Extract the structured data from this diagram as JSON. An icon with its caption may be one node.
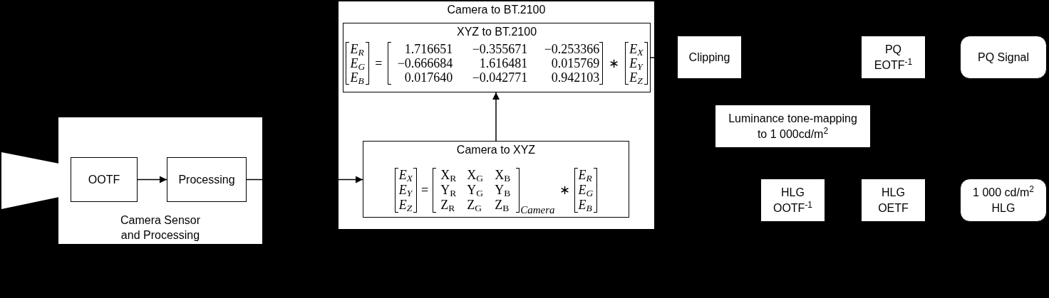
{
  "diagram": {
    "nodes": [
      {
        "text": [],
        "shape": "trapezoid"
      },
      {
        "text": [
          "Camera Sensor and Processing"
        ]
      },
      {
        "text": [
          "OOTF"
        ],
        "in": 1
      },
      {
        "text": [
          "Processing"
        ],
        "in": 1
      },
      {
        "text": [
          "Camera to BT.2100"
        ]
      },
      {
        "text": [
          "XYZ to BT.2100",
          "E$_{R}$",
          "E$_{G}$",
          "E$_{B}$",
          "=",
          "1.716651",
          "−0.355671",
          "−0.253366",
          "−0.666684",
          "1.616481",
          "0.015769",
          "0.017640",
          "−0.042771",
          "0.942103",
          "∗",
          "E$_{X}$",
          "E$_{Y}$",
          "E$_{Z}$"
        ],
        "in": 4
      },
      {
        "text": [
          "Camera to XYZ",
          "E$_{X}$",
          "E$_{Y}$",
          "E$_{Z}$",
          "=",
          "X$_{R}$",
          "X$_{G}$",
          "X$_{B}$",
          "Y$_{R}$",
          "Y$_{G}$",
          "Y$_{B}$",
          "Z$_{R}$",
          "Z$_{G}$",
          "Z$_{B}$",
          "Camera",
          "∗",
          "E$_{R}$",
          "E$_{G}$",
          "E$_{B}$"
        ],
        "in": 4
      },
      {
        "text": [
          "Clipping"
        ]
      },
      {
        "text": [
          "PQ EOTF$^{-1}$"
        ]
      },
      {
        "text": [
          "PQ Signal"
        ]
      },
      {
        "text": [
          "Luminance tone-mapping to 1 000cd/m$^{2}$"
        ]
      },
      {
        "text": [
          "HLG OOTF$^{-1}$"
        ]
      },
      {
        "text": [
          "HLG OETF"
        ]
      },
      {
        "text": [
          "1 000 cd/m$^{2}$ HLG"
        ]
      }
    ],
    "edges": [
      {
        "from": 2,
        "to": 3,
        "arrow": "to"
      },
      {
        "from": 3,
        "to": 6,
        "arrow": "to"
      },
      {
        "from": 6,
        "to": 5,
        "arrow": "to"
      },
      {
        "from": 5,
        "to": null,
        "arrow": "none"
      }
    ]
  }
}
